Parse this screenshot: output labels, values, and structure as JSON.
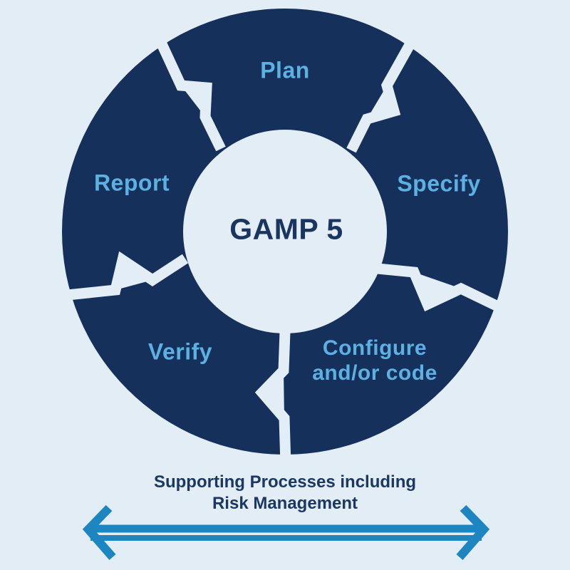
{
  "diagram": {
    "center_label": "GAMP 5",
    "segments": [
      {
        "id": "plan",
        "label": "Plan"
      },
      {
        "id": "specify",
        "label": "Specify"
      },
      {
        "id": "configure",
        "label_line1": "Configure",
        "label_line2": "and/or code"
      },
      {
        "id": "verify",
        "label": "Verify"
      },
      {
        "id": "report",
        "label": "Report"
      }
    ],
    "caption": {
      "line1": "Supporting Processes including",
      "line2": "Risk Management"
    }
  },
  "colors": {
    "bg": "#e3edf5",
    "navy": "#14305b",
    "seg-label": "#5cb0e2",
    "center-text": "#1a3560",
    "caption-text": "#1a3863",
    "arrow": "#1d85c0"
  }
}
